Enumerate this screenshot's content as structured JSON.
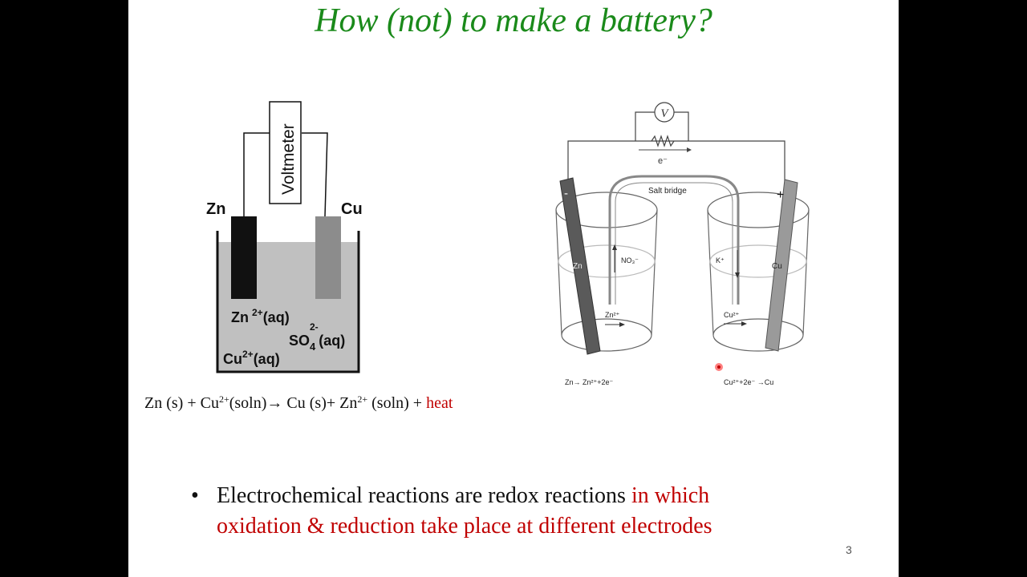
{
  "slide": {
    "title": "How (not) to make a battery?",
    "page_number": "3"
  },
  "left_diagram": {
    "voltmeter": "Voltmeter",
    "zn_label": "Zn",
    "cu_label": "Cu",
    "zn_ion": "Zn",
    "zn_ion_charge": "2+",
    "zn_ion_state": "(aq)",
    "so4": "SO",
    "so4_sub": "4",
    "so4_charge": "2-",
    "so4_state": "(aq)",
    "cu_ion": "Cu",
    "cu_ion_charge": "2+",
    "cu_ion_state": "(aq)"
  },
  "equation": {
    "p1": "Zn (s) + Cu",
    "p1_charge": "2+",
    "p2": "(soln)",
    "arrow": "→",
    "p3": " Cu (s)+ Zn",
    "p3_charge": "2+",
    "p4": " (soln) + ",
    "heat": "heat"
  },
  "right_diagram": {
    "voltmeter_symbol": "V",
    "electron_label": "e⁻",
    "salt_bridge": "Salt bridge",
    "minus": "-",
    "plus": "+",
    "zn": "Zn",
    "cu": "Cu",
    "no3": "NO₃⁻",
    "k": "K⁺",
    "zn2": "Zn²⁺",
    "cu2": "Cu²⁺",
    "anode_reaction": "Zn→ Zn²⁺+2e⁻",
    "cathode_reaction": "Cu²⁺+2e⁻ →Cu"
  },
  "bullet": {
    "text": "Electrochemical reactions are redox reactions ",
    "red_part": "in which",
    "line2": "oxidation & reduction take place at different electrodes"
  },
  "colors": {
    "title": "#1a8a1a",
    "accent_red": "#c00000",
    "solution": "#c0c0c0"
  }
}
